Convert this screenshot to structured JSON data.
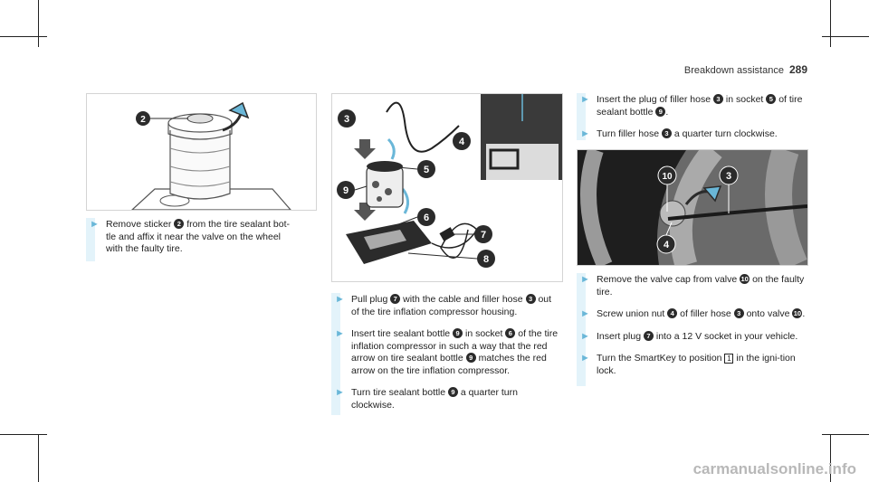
{
  "header": {
    "section": "Breakdown assistance",
    "page": "289"
  },
  "figures": {
    "fig1": {
      "callouts": [
        "2"
      ]
    },
    "fig2": {
      "callouts": [
        "3",
        "4",
        "5",
        "6",
        "7",
        "8",
        "9"
      ]
    },
    "fig3": {
      "callouts": [
        "10",
        "3",
        "4"
      ]
    }
  },
  "column1": {
    "steps": [
      {
        "parts": [
          "Remove sticker ",
          "2",
          " from the tire sealant bot-\ntle and affix it near the valve on the wheel\nwith the faulty tire."
        ]
      }
    ]
  },
  "column2": {
    "steps": [
      {
        "t1": "Pull plug ",
        "n1": "7",
        "t2": " with the cable and filler hose ",
        "n2": "3",
        "t3": " out of the tire inflation compressor housing."
      },
      {
        "t1": "Insert tire sealant bottle ",
        "n1": "9",
        "t2": " in socket ",
        "n2": "6",
        "t3": " of the tire inflation compressor in such a way that the red arrow on tire sealant bottle ",
        "n3": "9",
        "t4": " matches the red arrow on the tire inflation compressor."
      },
      {
        "t1": "Turn tire sealant bottle ",
        "n1": "9",
        "t2": " a quarter turn clockwise."
      }
    ]
  },
  "column3": {
    "top_steps": [
      {
        "t1": "Insert the plug of filler hose ",
        "n1": "3",
        "t2": " in socket ",
        "n2": "5",
        "t3": " of tire sealant bottle ",
        "n3": "9",
        "t4": "."
      },
      {
        "t1": "Turn filler hose ",
        "n1": "3",
        "t2": " a quarter turn clockwise."
      }
    ],
    "bottom_steps": [
      {
        "t1": "Remove the valve cap from valve ",
        "n1": "10",
        "t2": " on the faulty tire."
      },
      {
        "t1": "Screw union nut ",
        "n1": "4",
        "t2": " of filler hose ",
        "n2": "3",
        "t3": " onto valve ",
        "n3": "10",
        "t4": "."
      },
      {
        "t1": "Insert plug ",
        "n1": "7",
        "t2": " into a 12 V socket in your vehicle."
      },
      {
        "t1": "Turn the SmartKey to position ",
        "n1": "1",
        "t2": " in the igni-tion lock."
      }
    ]
  },
  "watermark": "carmanualsonline.info",
  "colors": {
    "accent": "#6ab7d8",
    "bar": "#e3f3fa",
    "callout": "#2b2b2b"
  }
}
